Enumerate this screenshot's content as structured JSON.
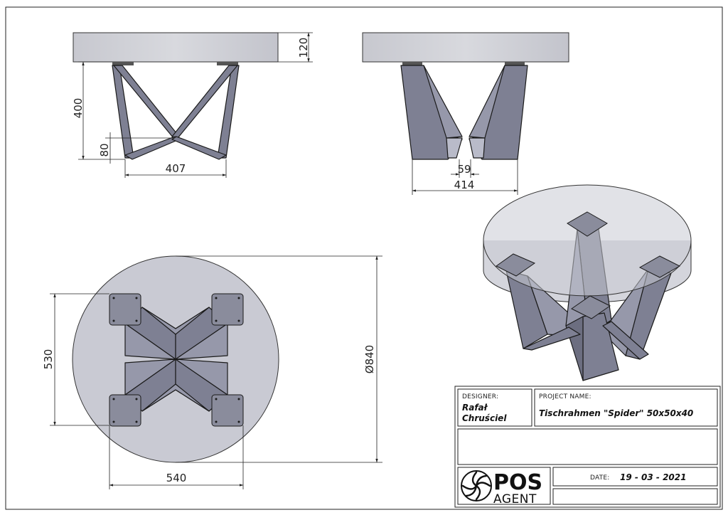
{
  "drawing": {
    "front_view": {
      "dim_top_thickness": "120",
      "dim_height": "400",
      "dim_foot": "80",
      "dim_width": "407"
    },
    "side_view": {
      "dim_gap": "59",
      "dim_width": "414"
    },
    "top_view": {
      "dim_diameter": "Ø840",
      "dim_depth": "530",
      "dim_width": "540"
    }
  },
  "title_block": {
    "designer_label": "DESIGNER:",
    "designer_line1": "Rafał",
    "designer_line2": "Chruściel",
    "project_label": "PROJECT NAME:",
    "project_name": "Tischrahmen \"Spider\" 50x50x40",
    "date_label": "DATE:",
    "date_value": "19 - 03 - 2021",
    "logo_line1": "POS",
    "logo_line2": "AGENT"
  },
  "colors": {
    "steel": "#7e8093",
    "steel_light": "#b9bbc9",
    "glass": "#c9cad3",
    "line": "#222222"
  }
}
